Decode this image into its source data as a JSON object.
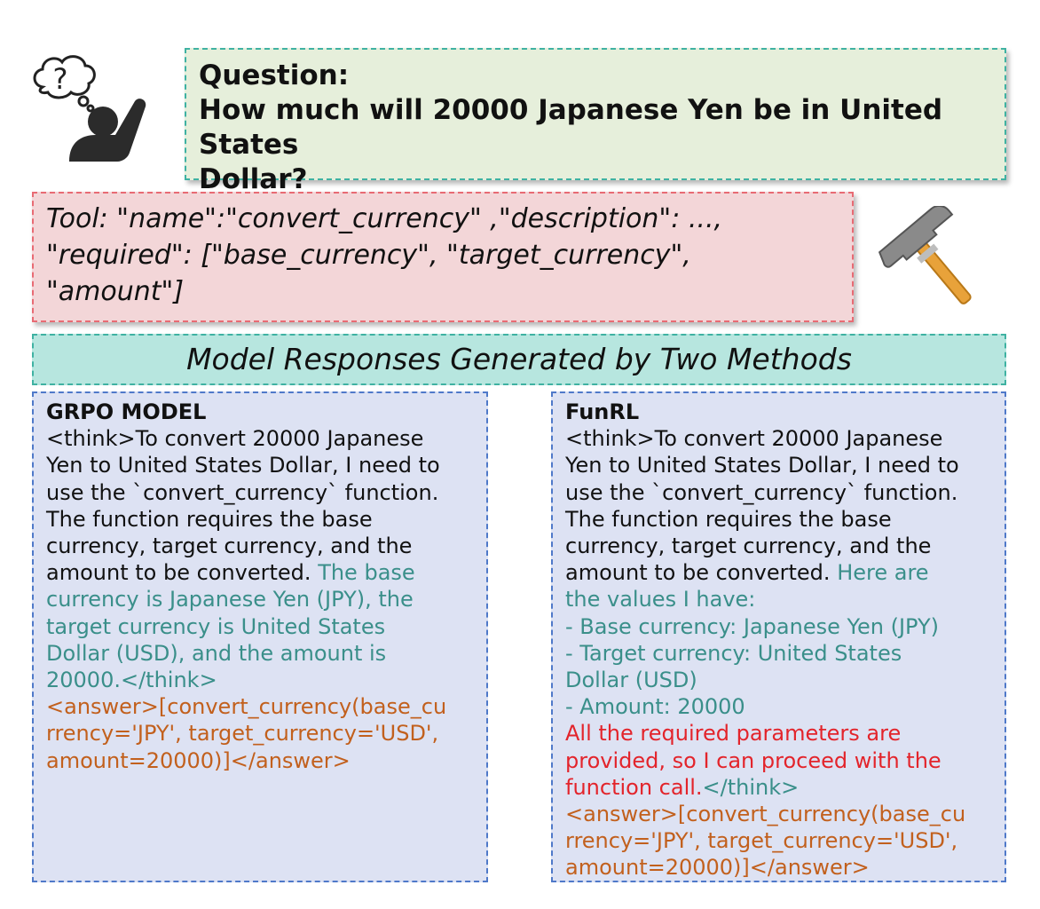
{
  "question": {
    "title": "Question:",
    "text_line1": "How much will 20000 Japanese Yen be in United States",
    "text_line2": "Dollar?"
  },
  "tool": {
    "line1": "Tool: \"name\":\"convert_currency\" ,\"description\": ...,",
    "line2": "\"required\": [\"base_currency\", \"target_currency\",",
    "line3": "\"amount\"]"
  },
  "section_title": "Model Responses Generated by Two Methods",
  "grpo": {
    "title": "GRPO MODEL",
    "think_lines": [
      "<think>To convert 20000 Japanese",
      "Yen to United States Dollar, I need to",
      "use the `convert_currency` function.",
      "The function requires the base",
      "currency, target currency, and the"
    ],
    "think_tail": "amount to be converted. ",
    "highlight_first": "The base",
    "highlight_lines": [
      "currency is Japanese Yen (JPY), the",
      "target currency is United States",
      "Dollar (USD), and the amount is",
      "20000.</think>"
    ],
    "answer_lines": [
      "<answer>[convert_currency(base_cu",
      "rrency='JPY', target_currency='USD',",
      "amount=20000)]</answer>"
    ]
  },
  "funrl": {
    "title": "FunRL",
    "think_lines": [
      "<think>To convert 20000 Japanese",
      "Yen to United States Dollar, I need to",
      "use the `convert_currency` function.",
      "The function requires the base",
      "currency, target currency, and the"
    ],
    "think_tail": "amount to be converted. ",
    "highlight_first": "Here are",
    "highlight_lines": [
      "the values I have:",
      "- Base currency: Japanese Yen (JPY)",
      "- Target currency: United States",
      "Dollar (USD)",
      "- Amount: 20000"
    ],
    "red_lines": [
      "All the required parameters are",
      "provided, so I can proceed with the"
    ],
    "red_last": "function call.",
    "think_close": "</think>",
    "answer_lines": [
      "<answer>[convert_currency(base_cu",
      "rrency='JPY', target_currency='USD',",
      "amount=20000)]</answer>"
    ]
  },
  "colors": {
    "question_bg": "#e6efdb",
    "tool_bg": "#f3d6d8",
    "section_bg": "#b7e6df",
    "panel_bg": "#dde2f3",
    "teal_text": "#3a8f8a",
    "orange_text": "#c2601d",
    "red_text": "#e3242b"
  },
  "icons": [
    "thinking-person-icon",
    "question-mark-icon",
    "hammer-icon"
  ]
}
